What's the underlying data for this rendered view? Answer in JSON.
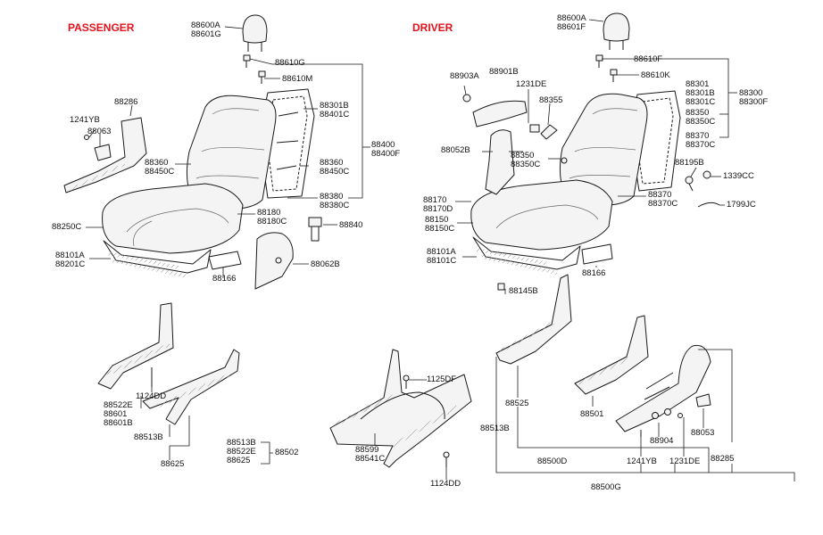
{
  "colors": {
    "title": "#e8101a",
    "line": "#1a1a1a",
    "part_fill": "#f4f4f4"
  },
  "sections": {
    "passenger": "PASSENGER",
    "driver": "DRIVER"
  },
  "labels": [
    {
      "id": "p-headrest",
      "lines": [
        "88600A",
        "88601G"
      ]
    },
    {
      "id": "p-88610g",
      "lines": [
        "88610G"
      ]
    },
    {
      "id": "p-88610m",
      "lines": [
        "88610M"
      ]
    },
    {
      "id": "p-88301b",
      "lines": [
        "88301B",
        "88401C"
      ]
    },
    {
      "id": "p-88286",
      "lines": [
        "88286"
      ]
    },
    {
      "id": "p-1241yb",
      "lines": [
        "1241YB"
      ]
    },
    {
      "id": "p-88063",
      "lines": [
        "88063"
      ]
    },
    {
      "id": "p-88360a",
      "lines": [
        "88360",
        "88450C"
      ]
    },
    {
      "id": "p-88360b",
      "lines": [
        "88360",
        "88450C"
      ]
    },
    {
      "id": "p-88400",
      "lines": [
        "88400",
        "88400F"
      ]
    },
    {
      "id": "p-88380",
      "lines": [
        "88380",
        "88380C"
      ]
    },
    {
      "id": "p-88180",
      "lines": [
        "88180",
        "88180C"
      ]
    },
    {
      "id": "p-88250c",
      "lines": [
        "88250C"
      ]
    },
    {
      "id": "p-88840",
      "lines": [
        "88840"
      ]
    },
    {
      "id": "p-88101a",
      "lines": [
        "88101A",
        "88201C"
      ]
    },
    {
      "id": "p-88166",
      "lines": [
        "88166"
      ]
    },
    {
      "id": "p-88062b",
      "lines": [
        "88062B"
      ]
    },
    {
      "id": "p-1124dd",
      "lines": [
        "1124DD"
      ]
    },
    {
      "id": "p-88522e",
      "lines": [
        "88522E",
        "88601",
        "88601B"
      ]
    },
    {
      "id": "p-88513b",
      "lines": [
        "88513B"
      ]
    },
    {
      "id": "p-88625",
      "lines": [
        "88625"
      ]
    },
    {
      "id": "p-kit",
      "lines": [
        "88513B",
        "88522E",
        "88625"
      ]
    },
    {
      "id": "p-88502",
      "lines": [
        "88502"
      ]
    },
    {
      "id": "m-1125df",
      "lines": [
        "1125DF"
      ]
    },
    {
      "id": "m-88599",
      "lines": [
        "88599",
        "88541C"
      ]
    },
    {
      "id": "m-1124dd",
      "lines": [
        "1124DD"
      ]
    },
    {
      "id": "d-headrest",
      "lines": [
        "88600A",
        "88601F"
      ]
    },
    {
      "id": "d-88610f",
      "lines": [
        "88610F"
      ]
    },
    {
      "id": "d-88610k",
      "lines": [
        "88610K"
      ]
    },
    {
      "id": "d-88903a",
      "lines": [
        "88903A"
      ]
    },
    {
      "id": "d-88901b",
      "lines": [
        "88901B"
      ]
    },
    {
      "id": "d-1231de",
      "lines": [
        "1231DE"
      ]
    },
    {
      "id": "d-88355",
      "lines": [
        "88355"
      ]
    },
    {
      "id": "d-88301",
      "lines": [
        "88301",
        "88301B",
        "88301C"
      ]
    },
    {
      "id": "d-88300",
      "lines": [
        "88300",
        "88300F"
      ]
    },
    {
      "id": "d-88350a",
      "lines": [
        "88350",
        "88350C"
      ]
    },
    {
      "id": "d-88370a",
      "lines": [
        "88370",
        "88370C"
      ]
    },
    {
      "id": "d-88052b",
      "lines": [
        "88052B"
      ]
    },
    {
      "id": "d-88350b",
      "lines": [
        "88350",
        "88350C"
      ]
    },
    {
      "id": "d-88195b",
      "lines": [
        "88195B"
      ]
    },
    {
      "id": "d-1339cc",
      "lines": [
        "1339CC"
      ]
    },
    {
      "id": "d-88170",
      "lines": [
        "88170",
        "88170D"
      ]
    },
    {
      "id": "d-88370b",
      "lines": [
        "88370",
        "88370C"
      ]
    },
    {
      "id": "d-1799jc",
      "lines": [
        "1799JC"
      ]
    },
    {
      "id": "d-88150",
      "lines": [
        "88150",
        "88150C"
      ]
    },
    {
      "id": "d-88101a",
      "lines": [
        "88101A",
        "88101C"
      ]
    },
    {
      "id": "d-88166",
      "lines": [
        "88166"
      ]
    },
    {
      "id": "d-88145b",
      "lines": [
        "88145B"
      ]
    },
    {
      "id": "d-88525",
      "lines": [
        "88525"
      ]
    },
    {
      "id": "d-88513b",
      "lines": [
        "88513B"
      ]
    },
    {
      "id": "d-88501",
      "lines": [
        "88501"
      ]
    },
    {
      "id": "d-88904",
      "lines": [
        "88904"
      ]
    },
    {
      "id": "d-88053",
      "lines": [
        "88053"
      ]
    },
    {
      "id": "d-88500d",
      "lines": [
        "88500D"
      ]
    },
    {
      "id": "d-1241yb",
      "lines": [
        "1241YB"
      ]
    },
    {
      "id": "d-1231de-b",
      "lines": [
        "1231DE"
      ]
    },
    {
      "id": "d-88285",
      "lines": [
        "88285"
      ]
    },
    {
      "id": "d-88500g",
      "lines": [
        "88500G"
      ]
    }
  ]
}
